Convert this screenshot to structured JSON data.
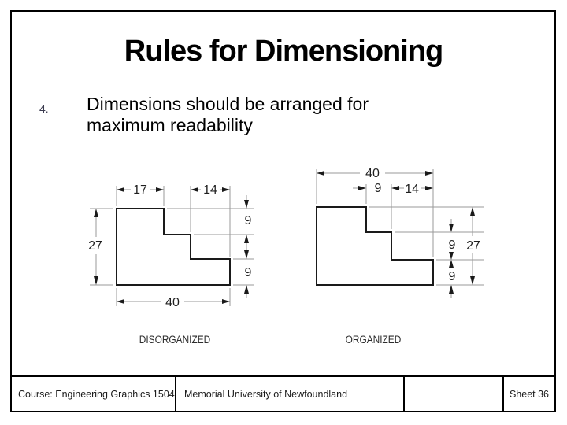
{
  "slide": {
    "title": "Rules for Dimensioning",
    "bullet": {
      "number": "4.",
      "text": "Dimensions should be arranged for maximum readability"
    }
  },
  "drawings": {
    "left": {
      "label": "DISORGANIZED",
      "dims": {
        "top_first": "17",
        "top_last": "14",
        "left_overall": "27",
        "bottom_overall": "40",
        "right_upper": "9",
        "right_lower": "9"
      }
    },
    "right": {
      "label": "ORGANIZED",
      "dims": {
        "top_overall": "40",
        "top_middle": "9",
        "top_last": "14",
        "right_upper": "9",
        "right_lower": "9",
        "right_overall": "27"
      }
    }
  },
  "footer": {
    "course": "Course: Engineering Graphics 1504",
    "institution": "Memorial University of Newfoundland",
    "sheet": "Sheet 36"
  },
  "colors": {
    "outline": "#1a1a1a",
    "dimension_line": "#9a9a9a",
    "text": "#000000",
    "background": "#ffffff"
  }
}
